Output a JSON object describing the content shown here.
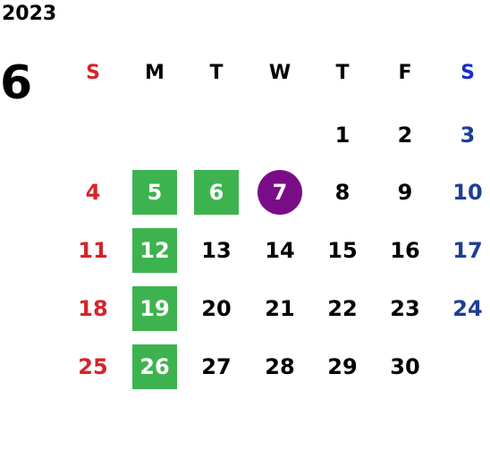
{
  "year": "2023",
  "month": "6",
  "weekdays": [
    "S",
    "M",
    "T",
    "W",
    "T",
    "F",
    "S"
  ],
  "weeks": [
    [
      "",
      "",
      "",
      "",
      "1",
      "2",
      "3"
    ],
    [
      "4",
      "5",
      "6",
      "7",
      "8",
      "9",
      "10"
    ],
    [
      "11",
      "12",
      "13",
      "14",
      "15",
      "16",
      "17"
    ],
    [
      "18",
      "19",
      "20",
      "21",
      "22",
      "23",
      "24"
    ],
    [
      "25",
      "26",
      "27",
      "28",
      "29",
      "30",
      ""
    ]
  ],
  "highlighted_days": [
    "5",
    "6",
    "12",
    "19",
    "26"
  ],
  "today": "7",
  "colors": {
    "sunday": "#d4242a",
    "saturday": "#1c3f94",
    "saturday_header": "#1a2ad6",
    "highlight": "#3db34f",
    "today": "#7a0d87"
  }
}
